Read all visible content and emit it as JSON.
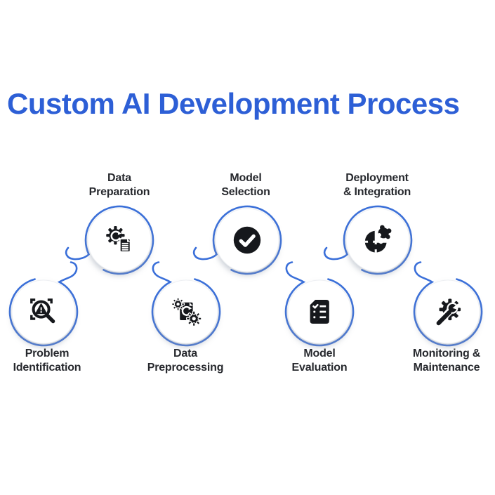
{
  "title": "Custom AI Development Process",
  "colors": {
    "background": "#ffffff",
    "title_blue": "#2d5fd6",
    "ring_blue": "#3a6fd9",
    "icon_black": "#16181c",
    "label_dark": "#27292e"
  },
  "steps": [
    {
      "label_lines": [
        "Problem",
        "Identification"
      ],
      "icon": "magnifier-alert-icon"
    },
    {
      "label_lines": [
        "Data",
        "Preparation"
      ],
      "icon": "gear-document-refresh-icon"
    },
    {
      "label_lines": [
        "Data",
        "Preprocessing"
      ],
      "icon": "document-refresh-gears-icon"
    },
    {
      "label_lines": [
        "Model",
        "Selection"
      ],
      "icon": "check-circle-icon"
    },
    {
      "label_lines": [
        "Model",
        "Evaluation"
      ],
      "icon": "checklist-document-icon"
    },
    {
      "label_lines": [
        "Deployment",
        "& Integration"
      ],
      "icon": "puzzle-pieces-icon"
    },
    {
      "label_lines": [
        "Monitoring &",
        "Maintenance"
      ],
      "icon": "gear-wrench-icon"
    }
  ]
}
